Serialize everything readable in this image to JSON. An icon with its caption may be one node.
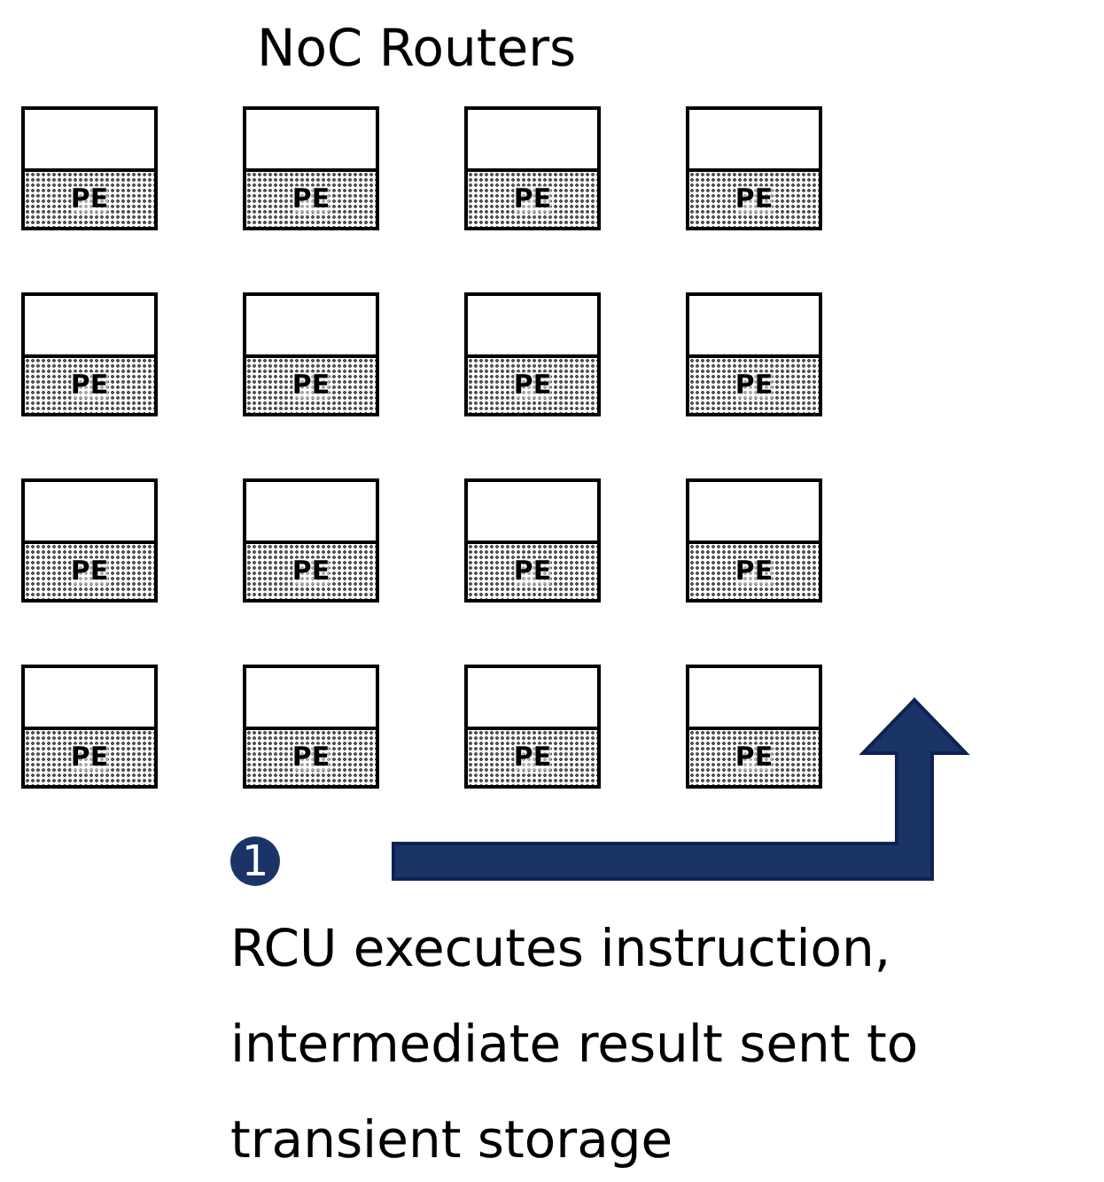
{
  "diagram": {
    "title": "NoC Routers",
    "nodes": [
      {
        "text": [],
        "shape": "box"
      },
      {
        "text": [
          "PE"
        ]
      },
      {
        "text": [],
        "shape": "box"
      },
      {
        "text": [
          "PE"
        ]
      },
      {
        "text": [],
        "shape": "box"
      },
      {
        "text": [
          "PE"
        ]
      },
      {
        "text": [],
        "shape": "box"
      },
      {
        "text": [
          "PE"
        ]
      },
      {
        "text": [],
        "shape": "box"
      },
      {
        "text": [
          "PE"
        ]
      },
      {
        "text": [],
        "shape": "box"
      },
      {
        "text": [
          "PE"
        ]
      },
      {
        "text": [],
        "shape": "box"
      },
      {
        "text": [
          "PE"
        ]
      },
      {
        "text": [],
        "shape": "box"
      },
      {
        "text": [
          "PE"
        ]
      },
      {
        "text": [],
        "shape": "box"
      },
      {
        "text": [
          "PE"
        ]
      },
      {
        "text": [],
        "shape": "box"
      },
      {
        "text": [
          "PE"
        ]
      },
      {
        "text": [],
        "shape": "box"
      },
      {
        "text": [
          "PE"
        ]
      },
      {
        "text": [],
        "shape": "box"
      },
      {
        "text": [
          "PE"
        ]
      },
      {
        "text": [],
        "shape": "box"
      },
      {
        "text": [
          "PE"
        ]
      },
      {
        "text": [],
        "shape": "box"
      },
      {
        "text": [
          "PE"
        ]
      },
      {
        "text": [],
        "shape": "box"
      },
      {
        "text": [
          "PE"
        ]
      },
      {
        "text": [],
        "shape": "box"
      },
      {
        "text": [
          "PE"
        ]
      }
    ],
    "edges": [],
    "labels": [
      "1",
      "RCU executes instruction, intermediate result sent to transient storage"
    ]
  }
}
